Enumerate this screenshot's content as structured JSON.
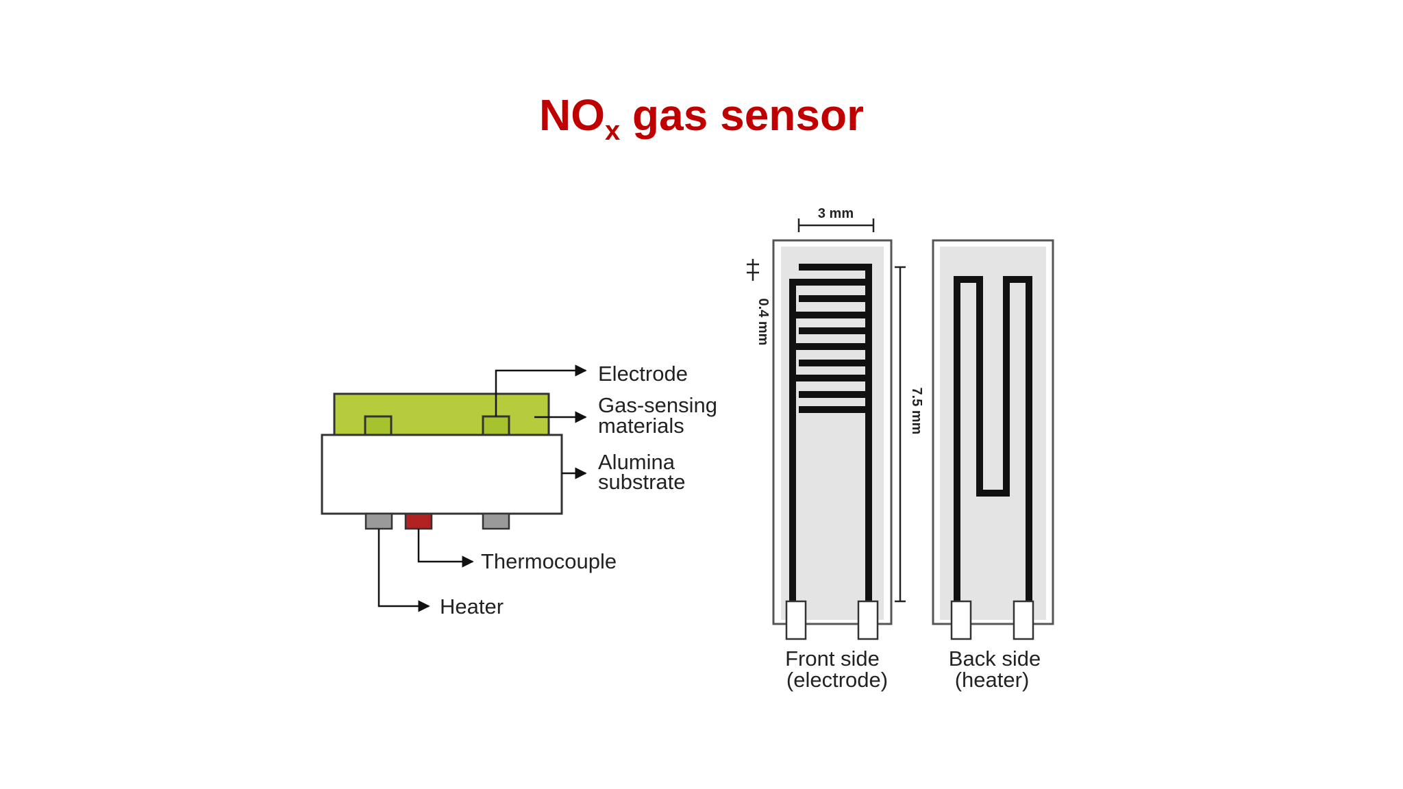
{
  "title": {
    "main": "NO",
    "subscript": "x",
    "rest": " gas sensor"
  },
  "cross_section": {
    "labels": {
      "electrode": "Electrode",
      "gas_sensing_1": "Gas-sensing",
      "gas_sensing_2": "materials",
      "alumina_1": "Alumina",
      "alumina_2": "substrate",
      "thermocouple": "Thermocouple",
      "heater": "Heater"
    },
    "colors": {
      "sensing_layer": "#b6cc3c",
      "electrode_pad": "#a6c22e",
      "heater_pad": "#9a9a9a",
      "thermocouple_pad": "#b22222"
    }
  },
  "chip_views": {
    "dim_width": "3 mm",
    "dim_length": "7.5 mm",
    "dim_gap": "0.4 mm",
    "front_label_1": "Front side",
    "front_label_2": "(electrode)",
    "back_label_1": "Back side",
    "back_label_2": "(heater)"
  }
}
